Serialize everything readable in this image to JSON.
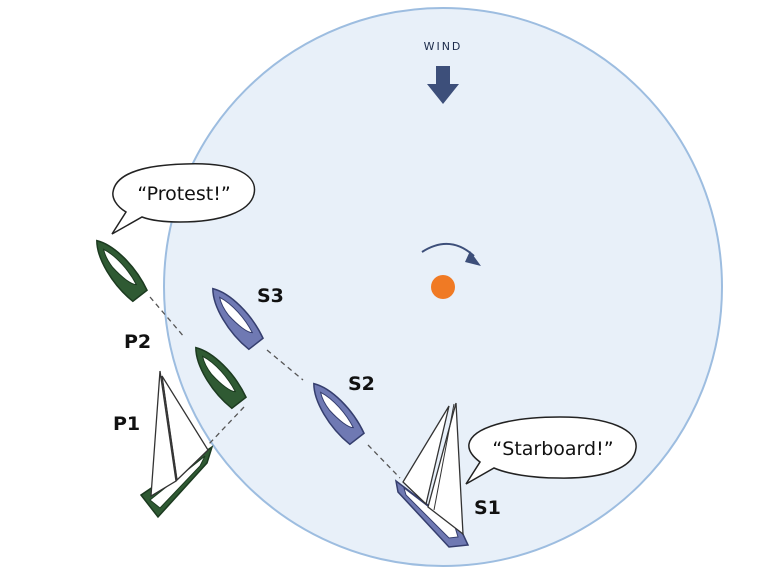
{
  "colors": {
    "zone_fill": "#e8f0f9",
    "zone_stroke": "#9dbde0",
    "port_hull": "#2f5a33",
    "starboard_hull": "#6f79b3",
    "wind_arrow": "#3d4f7a",
    "mark": "#f07a24"
  },
  "wind": {
    "label": "WIND"
  },
  "boats": {
    "p1": {
      "label": "P1"
    },
    "p2": {
      "label": "P2"
    },
    "s1": {
      "label": "S1"
    },
    "s2": {
      "label": "S2"
    },
    "s3": {
      "label": "S3"
    }
  },
  "bubbles": {
    "protest": {
      "text": "“Protest!”"
    },
    "starboard": {
      "text": "“Starboard!”"
    }
  }
}
